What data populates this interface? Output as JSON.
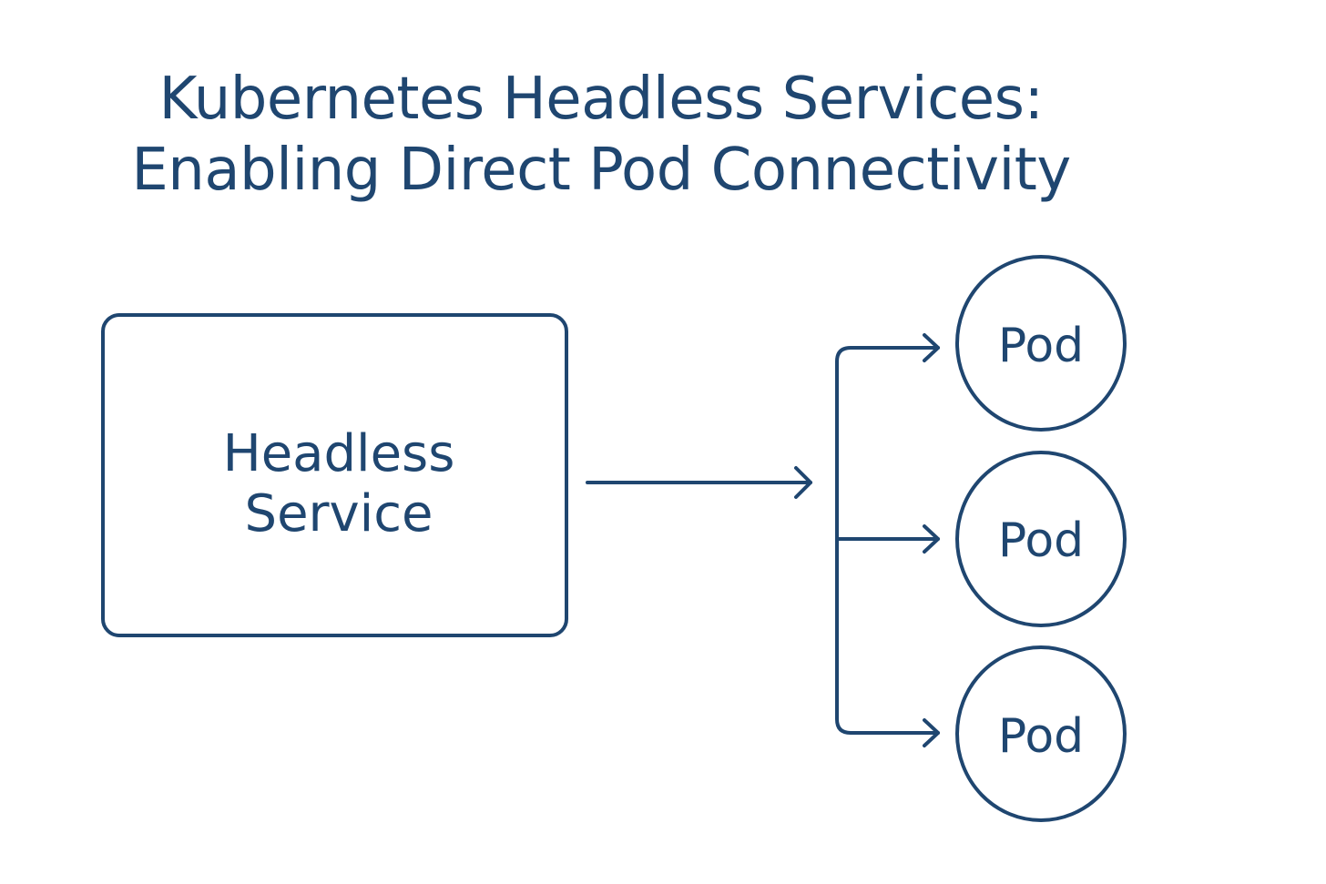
{
  "title": {
    "line1": "Kubernetes Headless Services:",
    "line2": "Enabling Direct Pod Connectivity"
  },
  "service": {
    "label_line1": "Headless",
    "label_line2": "Service"
  },
  "pods": [
    {
      "label": "Pod"
    },
    {
      "label": "Pod"
    },
    {
      "label": "Pod"
    }
  ],
  "colors": {
    "primary": "#1f4670",
    "background": "#ffffff"
  }
}
